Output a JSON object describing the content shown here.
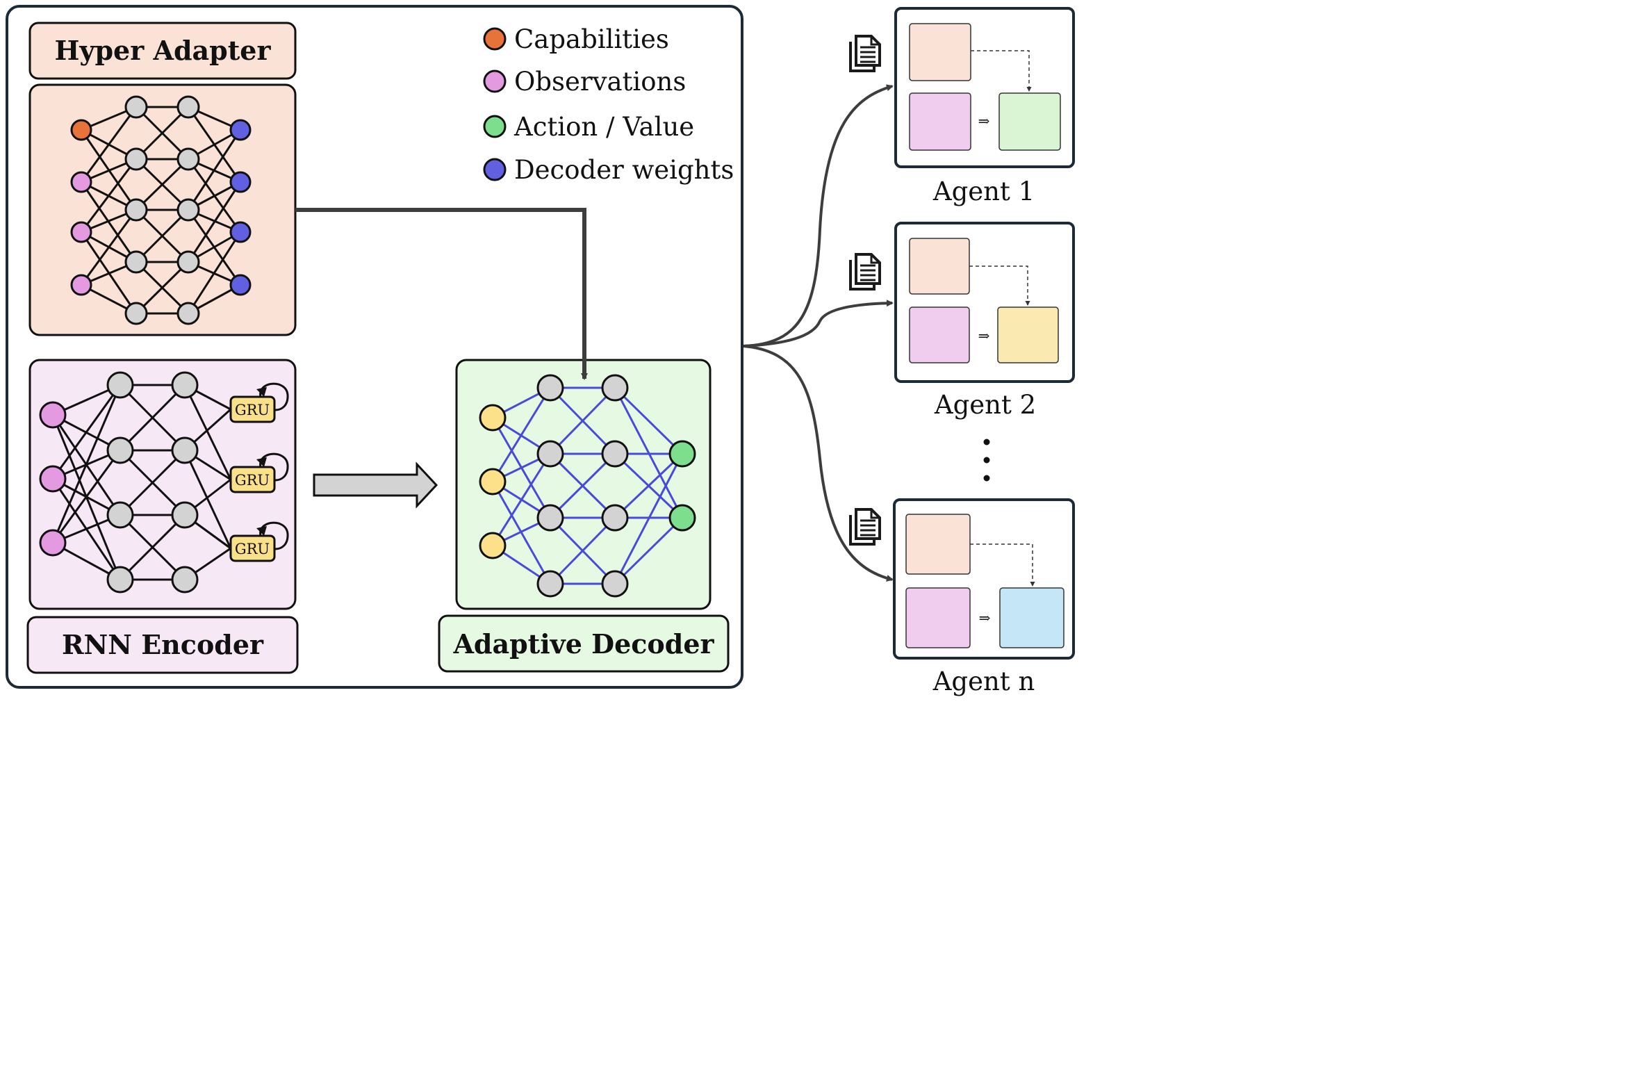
{
  "modules": {
    "hyper_adapter": "Hyper Adapter",
    "rnn_encoder": "RNN Encoder",
    "adaptive_decoder": "Adaptive Decoder",
    "gru_label": "GRU"
  },
  "legend": [
    {
      "label": "Capabilities",
      "color": "#e8733a"
    },
    {
      "label": "Observations",
      "color": "#e39ae0"
    },
    {
      "label": "Action / Value",
      "color": "#7ddf8e"
    },
    {
      "label": "Decoder weights",
      "color": "#6060e0"
    }
  ],
  "agents": [
    {
      "label": "Agent 1",
      "output_color": "#d9f5d3"
    },
    {
      "label": "Agent 2",
      "output_color": "#fbe9b2"
    },
    {
      "label": "Agent n",
      "output_color": "#c5e6f6"
    }
  ],
  "colors": {
    "hyper_bg": "#fbe2d6",
    "encoder_bg": "#f7e8f6",
    "decoder_bg": "#e6f9e2",
    "hidden_node": "#d3d3d3",
    "input_node_decoder": "#fde08a",
    "decoder_edge": "#4a4ad8",
    "gru_fill": "#fbe08a"
  },
  "icons": {
    "document": "document-icon",
    "ellipsis": "vertical-ellipsis"
  }
}
